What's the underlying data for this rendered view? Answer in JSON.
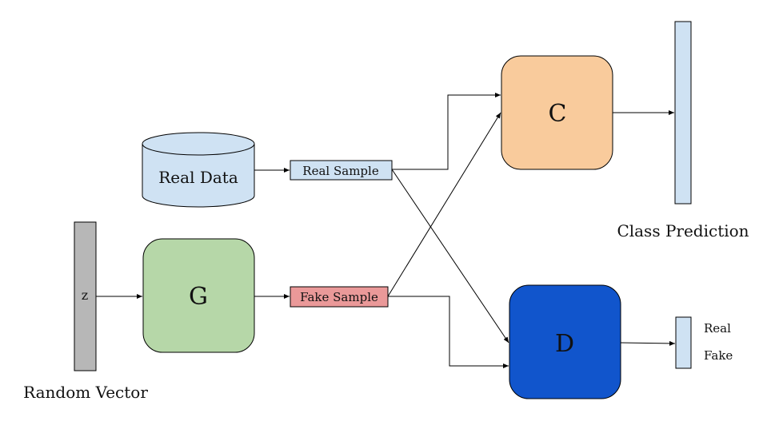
{
  "nodes": {
    "real_data": {
      "label": "Real Data",
      "fill": "#cfe2f3"
    },
    "real_sample": {
      "label": "Real Sample",
      "fill": "#cfe2f3"
    },
    "fake_sample": {
      "label": "Fake Sample",
      "fill": "#ea9999"
    },
    "z_vector": {
      "label": "z",
      "fill": "#b7b7b7"
    },
    "generator": {
      "label": "G",
      "fill": "#b6d7a8"
    },
    "classifier": {
      "label": "C",
      "fill": "#f9cb9c"
    },
    "discriminator": {
      "label": "D",
      "fill": "#1155cc"
    },
    "class_prediction_bar": {
      "fill": "#cfe2f3"
    },
    "real_fake_bar": {
      "fill": "#cfe2f3"
    }
  },
  "labels": {
    "random_vector": "Random Vector",
    "class_prediction": "Class Prediction",
    "real": "Real",
    "fake": "Fake"
  },
  "edges": [
    "z -> G",
    "G -> Fake Sample",
    "Real Data -> Real Sample",
    "Real Sample -> C",
    "Real Sample -> D",
    "Fake Sample -> C",
    "Fake Sample -> D",
    "C -> Class Prediction",
    "D -> Real/Fake"
  ]
}
